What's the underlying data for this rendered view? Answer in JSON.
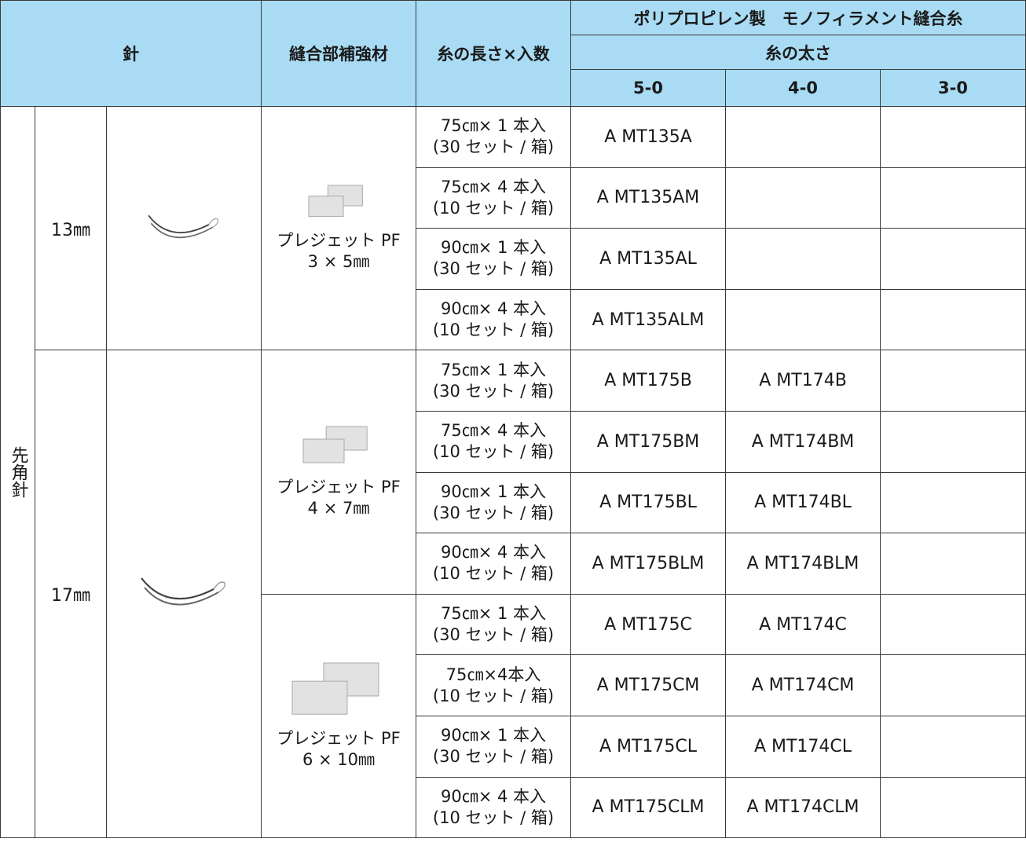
{
  "header": {
    "needle": "針",
    "reinforcement": "縫合部補強材",
    "length_count": "糸の長さ×入数",
    "material": "ポリプロピレン製　モノフィラメント縫合糸",
    "thickness": "糸の太さ",
    "sizes": [
      "5-0",
      "4-0",
      "3-0"
    ]
  },
  "needle_type": "先角針",
  "groups": [
    {
      "needle_size": "13㎜",
      "pledgets": [
        {
          "label": "プレジェット PF",
          "dims": "3 × 5㎜",
          "rows": [
            {
              "length": "75㎝× 1 本入",
              "pack": "(30 セット / 箱)",
              "codes": [
                "A MT135A",
                "",
                ""
              ]
            },
            {
              "length": "75㎝× 4 本入",
              "pack": "(10 セット / 箱)",
              "codes": [
                "A MT135AM",
                "",
                ""
              ]
            },
            {
              "length": "90㎝× 1 本入",
              "pack": "(30 セット / 箱)",
              "codes": [
                "A MT135AL",
                "",
                ""
              ]
            },
            {
              "length": "90㎝× 4 本入",
              "pack": "(10 セット / 箱)",
              "codes": [
                "A MT135ALM",
                "",
                ""
              ]
            }
          ]
        }
      ]
    },
    {
      "needle_size": "17㎜",
      "pledgets": [
        {
          "label": "プレジェット PF",
          "dims": "4 × 7㎜",
          "rows": [
            {
              "length": "75㎝× 1 本入",
              "pack": "(30 セット / 箱)",
              "codes": [
                "A MT175B",
                "A MT174B",
                ""
              ]
            },
            {
              "length": "75㎝× 4 本入",
              "pack": "(10 セット / 箱)",
              "codes": [
                "A MT175BM",
                "A MT174BM",
                ""
              ]
            },
            {
              "length": "90㎝× 1 本入",
              "pack": "(30 セット / 箱)",
              "codes": [
                "A MT175BL",
                "A MT174BL",
                ""
              ]
            },
            {
              "length": "90㎝× 4 本入",
              "pack": "(10 セット / 箱)",
              "codes": [
                "A MT175BLM",
                "A MT174BLM",
                ""
              ]
            }
          ]
        },
        {
          "label": "プレジェット PF",
          "dims": "6 × 10㎜",
          "rows": [
            {
              "length": "75㎝× 1 本入",
              "pack": "(30 セット / 箱)",
              "codes": [
                "A MT175C",
                "A MT174C",
                ""
              ]
            },
            {
              "length": "75㎝×4本入",
              "pack": "(10 セット / 箱)",
              "codes": [
                "A MT175CM",
                "A MT174CM",
                ""
              ]
            },
            {
              "length": "90㎝× 1 本入",
              "pack": "(30 セット / 箱)",
              "codes": [
                "A MT175CL",
                "A MT174CL",
                ""
              ]
            },
            {
              "length": "90㎝× 4 本入",
              "pack": "(10 セット / 箱)",
              "codes": [
                "A MT175CLM",
                "A MT174CLM",
                ""
              ]
            }
          ]
        }
      ]
    }
  ],
  "colors": {
    "header_bg": "#a9dcf4",
    "border": "#3a3a3a",
    "pledget_fill": "#e2e2e2"
  },
  "icons": {
    "needle": "curved-needle-icon",
    "pledget": "pledget-pair-icon"
  }
}
